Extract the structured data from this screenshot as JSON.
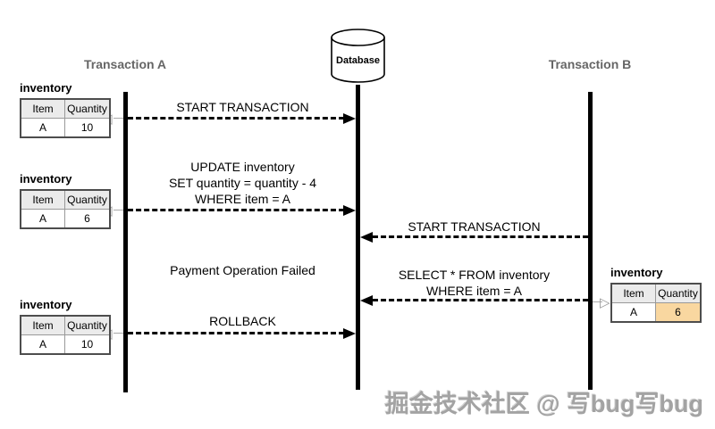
{
  "diagram": {
    "actors": {
      "a": {
        "label": "Transaction A"
      },
      "db": {
        "label": "Database"
      },
      "b": {
        "label": "Transaction B"
      }
    },
    "messages": {
      "start_a": {
        "label": "START TRANSACTION"
      },
      "update": {
        "lines": [
          "UPDATE inventory",
          "SET quantity = quantity - 4",
          "WHERE item = A"
        ]
      },
      "start_b": {
        "label": "START TRANSACTION"
      },
      "note": {
        "label": "Payment Operation Failed"
      },
      "select": {
        "lines": [
          "SELECT * FROM inventory",
          "WHERE item = A"
        ]
      },
      "rollback": {
        "label": "ROLLBACK"
      }
    },
    "tables": {
      "a_initial": {
        "title": "inventory",
        "headers": [
          "Item",
          "Quantity"
        ],
        "rows": [
          [
            "A",
            "10"
          ]
        ]
      },
      "a_after_update": {
        "title": "inventory",
        "headers": [
          "Item",
          "Quantity"
        ],
        "rows": [
          [
            "A",
            "6"
          ]
        ]
      },
      "a_after_rollback": {
        "title": "inventory",
        "headers": [
          "Item",
          "Quantity"
        ],
        "rows": [
          [
            "A",
            "10"
          ]
        ]
      },
      "b_select_result": {
        "title": "inventory",
        "headers": [
          "Item",
          "Quantity"
        ],
        "rows": [
          [
            "A",
            "6"
          ]
        ],
        "highlighted_cell": "Quantity"
      }
    },
    "watermark": "掘金技术社区 @ 写bug写bug",
    "colors": {
      "table_header_fill": "#ebebeb",
      "highlight_fill": "#f9d7a0",
      "actor_label": "#666666",
      "message_line": "#000000",
      "connector": "#999999"
    }
  }
}
